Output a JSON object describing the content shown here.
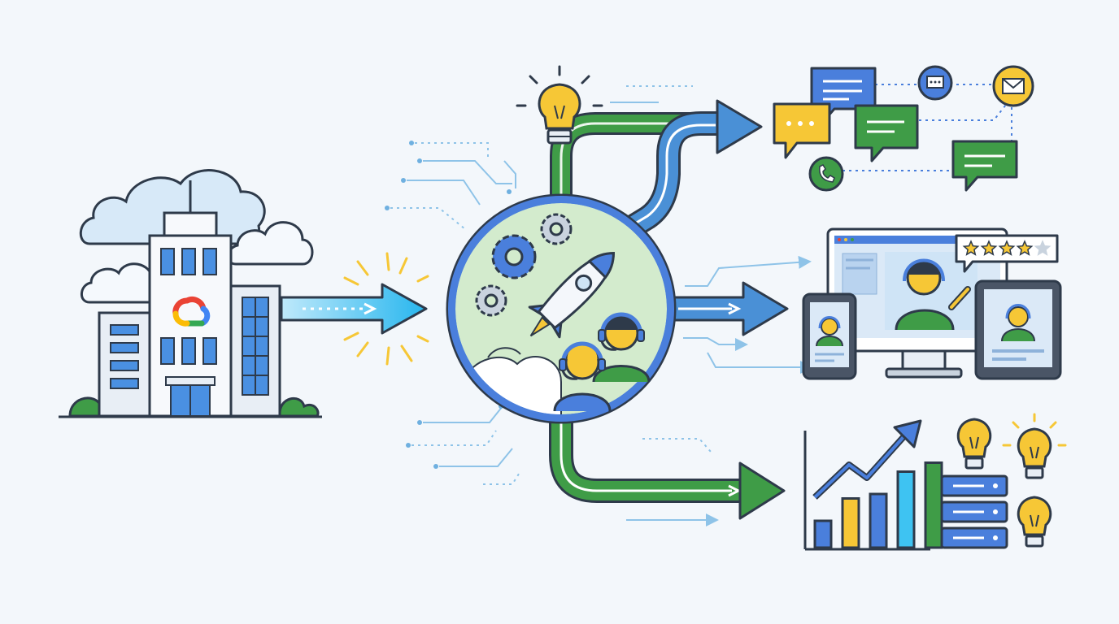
{
  "illustration": {
    "source": {
      "name": "enterprise-building-with-cloud",
      "logo": "google-cloud-logo"
    },
    "hub": {
      "name": "contact-center-acceleration-hub",
      "contents": [
        "gear-icon",
        "gear-icon",
        "gear-icon",
        "rocket-icon",
        "agent-headset-icon",
        "agent-headset-icon"
      ]
    },
    "outputs": [
      {
        "name": "omnichannel-messaging",
        "icons": [
          "chat-bubble-icon",
          "chat-bubble-icon",
          "chat-bubble-icon",
          "chat-bubble-icon",
          "message-icon",
          "mail-icon",
          "phone-icon"
        ]
      },
      {
        "name": "multi-device-agent-experience",
        "icons": [
          "monitor-icon",
          "phone-device-icon",
          "tablet-icon",
          "star-rating-icon"
        ],
        "rating_stars_filled": 4,
        "rating_stars_total": 5
      },
      {
        "name": "insights-and-analytics",
        "icons": [
          "bar-chart-icon",
          "trend-arrow-icon",
          "database-icon",
          "lightbulb-icon",
          "lightbulb-icon",
          "lightbulb-icon"
        ],
        "bar_values": [
          0.3,
          0.55,
          0.6,
          0.85,
          0.95
        ]
      }
    ],
    "colors": {
      "blue": "#4a7fdc",
      "green": "#3f9c47",
      "yellow": "#f6c736",
      "red": "#ea4335",
      "cyan": "#3ec3f2",
      "outline": "#2e3a4a",
      "light_blue": "#cfe4f6",
      "background": "#f3f7fb"
    }
  }
}
